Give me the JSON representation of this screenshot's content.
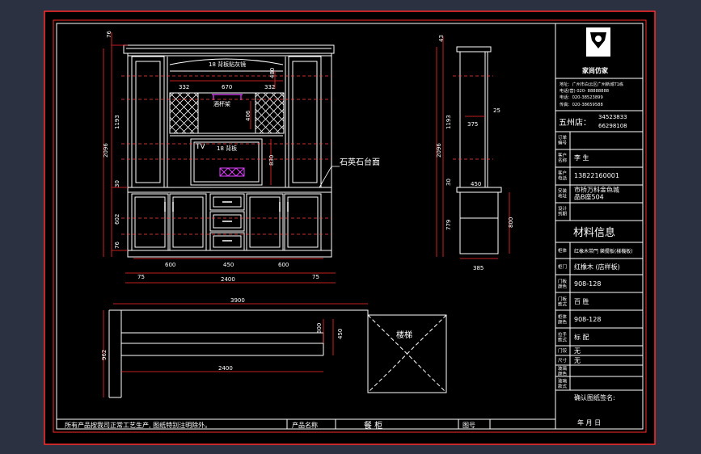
{
  "colors": {
    "background": "#2b3140",
    "paper": "#000000",
    "line": "#ffffff",
    "dim": "#ff2a2a",
    "hidden": "#ff6060",
    "accent": "#e040ff",
    "title": "#ffffff"
  },
  "front": {
    "top_dim": "76",
    "heights": [
      "1193",
      "2096",
      "30",
      "602",
      "76"
    ],
    "header_label": "18 背板贴灰镜",
    "wine_dims": [
      "332",
      "670",
      "332"
    ],
    "wine_height": "406",
    "wine_label": "酒杯架",
    "tv_label": "TV",
    "tv_backboard": "18 背板",
    "tv_height": "830",
    "stone_label": "石英石台面",
    "bottom_widths": [
      "600",
      "450",
      "600"
    ],
    "outer_left": "75",
    "outer_right": "75",
    "total_width": "2400"
  },
  "side": {
    "heights": [
      "1193",
      "2096",
      "30",
      "779"
    ],
    "upper_depth": "375",
    "upper_angle": "25",
    "counter_depth": "450",
    "lower_height": "800",
    "bottom_depth": "385"
  },
  "plan": {
    "total_width": "3900",
    "depth_left": "962",
    "inner_a": "300",
    "inner_b": "450",
    "cabinet_width": "2400",
    "stair_label": "楼梯"
  },
  "titleblock": {
    "brand": "家尚仿家",
    "address": "地址：广州市白云区广州新城T1栋",
    "address2": "电话(营) 020- 88888888",
    "phone": "电话：020-38523899",
    "fax": "传真：020-38659588",
    "store": "五州店：",
    "store_tel1": "34523833",
    "store_tel2": "66298108",
    "rows": [
      {
        "k": "订单\n编号",
        "v": ""
      },
      {
        "k": "客户\n名称",
        "v": "李 生"
      },
      {
        "k": "客户\n电话",
        "v": "13822160001"
      },
      {
        "k": "安装\n地址",
        "v": "市桥万科金色城\n品B座504"
      },
      {
        "k": "设计\n到期",
        "v": ""
      }
    ],
    "material_heading": "材料信息",
    "material_rows": [
      {
        "k": "柜体",
        "v": "红橡木带門 樂擺板(樣機板)"
      },
      {
        "k": "柜门",
        "v": "红橡木 (店样板)"
      },
      {
        "k": "门板\n颜色",
        "v": "908-128"
      },
      {
        "k": "门板\n款式",
        "v": "百 胜"
      },
      {
        "k": "柜体\n颜色",
        "v": "908-128"
      },
      {
        "k": "拉手\n款式",
        "v": "标 配"
      },
      {
        "k": "门铰",
        "v": "无"
      },
      {
        "k": "尺寸",
        "v": "无"
      },
      {
        "k": "玻璃\n颜色",
        "v": ""
      },
      {
        "k": "玻璃\n款式",
        "v": ""
      }
    ],
    "confirm": "确认图纸签名:",
    "date": "年   月   日"
  },
  "footer": {
    "note": "所有产品按我司正常工艺生产, 图纸特别注明除外。",
    "product_label": "产品名称",
    "product_name": "餐 柜",
    "drawing_no_label": "图号"
  }
}
